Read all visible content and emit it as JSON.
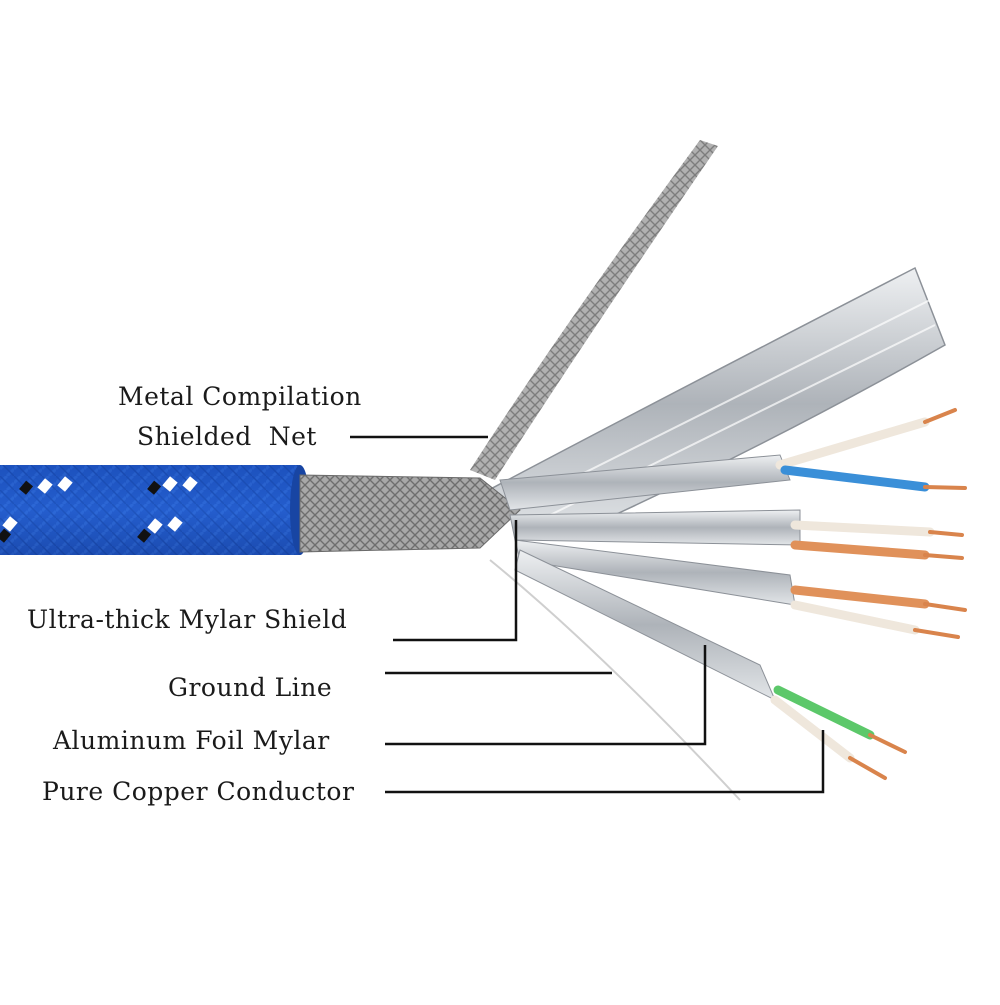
{
  "labels": {
    "metal_net_line1": "Metal Compilation",
    "metal_net_line2": "Shielded  Net",
    "mylar_shield": "Ultra-thick Mylar Shield",
    "ground_line": "Ground Line",
    "aluminum_foil": "Aluminum Foil Mylar",
    "copper_conductor": "Pure Copper Conductor"
  },
  "colors": {
    "jacket": "#1f56c4",
    "braid": "#9a9a9a",
    "foil": "#c9cdd2",
    "copper": "#d9844c",
    "wire_blue": "#3a8fd8",
    "wire_green": "#5cc86a",
    "wire_white": "#efe7dc",
    "leader_line": "#111111"
  }
}
